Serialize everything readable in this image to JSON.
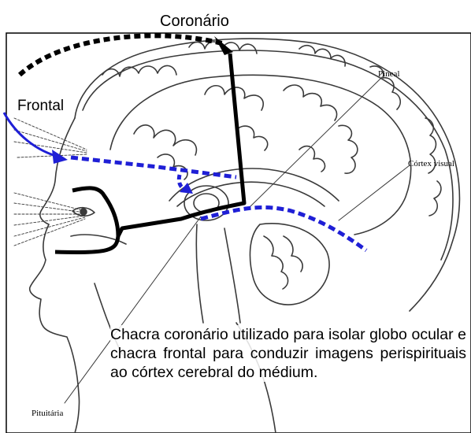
{
  "labels": {
    "top": "Coronário",
    "left": "Frontal",
    "pineal": "Pineal",
    "visual_cortex": "Córtex visual",
    "pituitary": "Pituitária"
  },
  "caption": "Chacra coronário utilizado para isolar globo ocular e chacra frontal para conduzir imagens perispirituais ao córtex cerebral do médium.",
  "colors": {
    "blue": "#1f1fd6",
    "black": "#000000",
    "sketch": "#3a3a3a"
  }
}
